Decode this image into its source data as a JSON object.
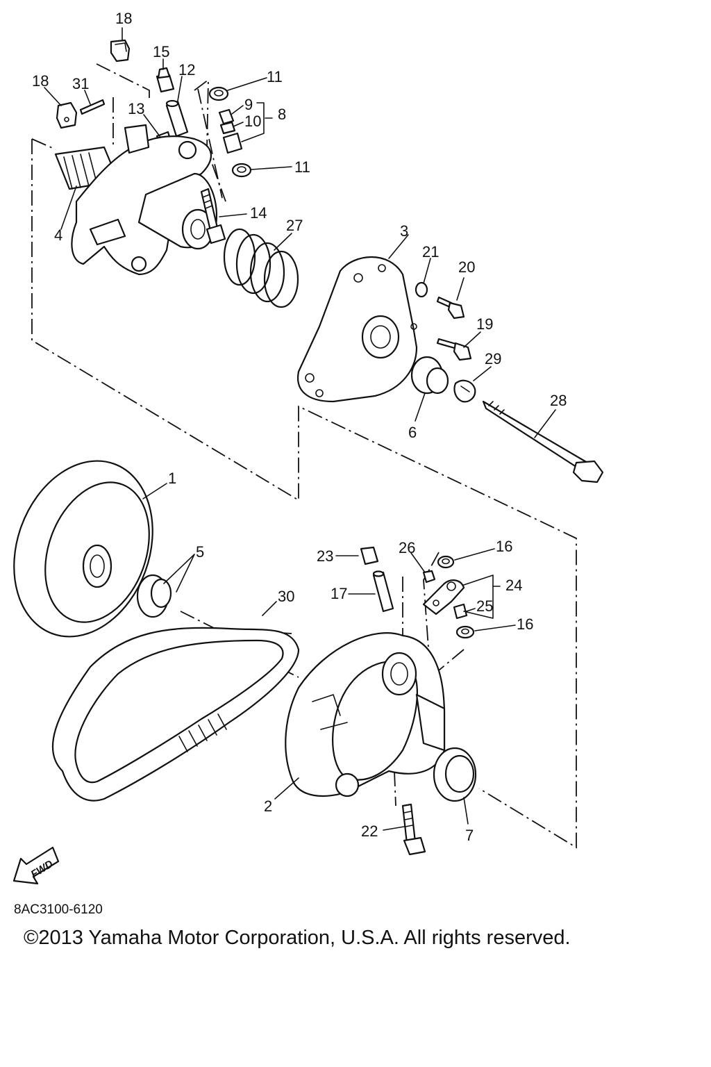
{
  "callouts": [
    "1",
    "2",
    "3",
    "4",
    "5",
    "6",
    "7",
    "8",
    "9",
    "10",
    "11",
    "12",
    "13",
    "14",
    "15",
    "16",
    "17",
    "18",
    "19",
    "20",
    "21",
    "22",
    "23",
    "24",
    "25",
    "26",
    "27",
    "28",
    "29",
    "30",
    "31"
  ],
  "fwd_label": "FWD",
  "diagram_code": "8AC3100-6120",
  "copyright": "©2013 Yamaha Motor Corporation, U.S.A. All rights reserved."
}
